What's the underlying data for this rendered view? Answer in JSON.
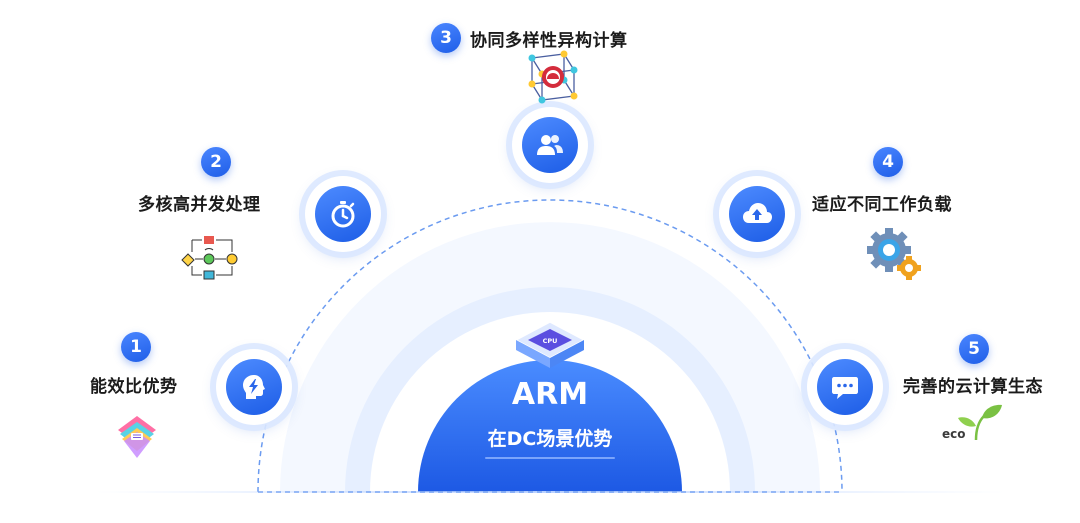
{
  "center": {
    "chip_label": "CPU",
    "title": "ARM",
    "subtitle": "在DC场景优势"
  },
  "items": [
    {
      "number": "1",
      "label": "能效比优势",
      "icon": "lightning-head-icon",
      "illustration": "layers-diamond-icon"
    },
    {
      "number": "2",
      "label": "多核高并发处理",
      "icon": "stopwatch-icon",
      "illustration": "process-flow-icon"
    },
    {
      "number": "3",
      "label": "协同多样性异构计算",
      "icon": "users-icon",
      "illustration": "network-cube-icon"
    },
    {
      "number": "4",
      "label": "适应不同工作负载",
      "icon": "cloud-upload-icon",
      "illustration": "gears-icon"
    },
    {
      "number": "5",
      "label": "完善的云计算生态",
      "icon": "chat-bubble-icon",
      "illustration": "eco-sprout-icon"
    }
  ],
  "eco_text": "eco",
  "colors": {
    "primary": "#2266ee",
    "primary_light": "#4d8bff",
    "halo": "#eaf1ff",
    "dashed_arc": "#6b9bf0"
  }
}
